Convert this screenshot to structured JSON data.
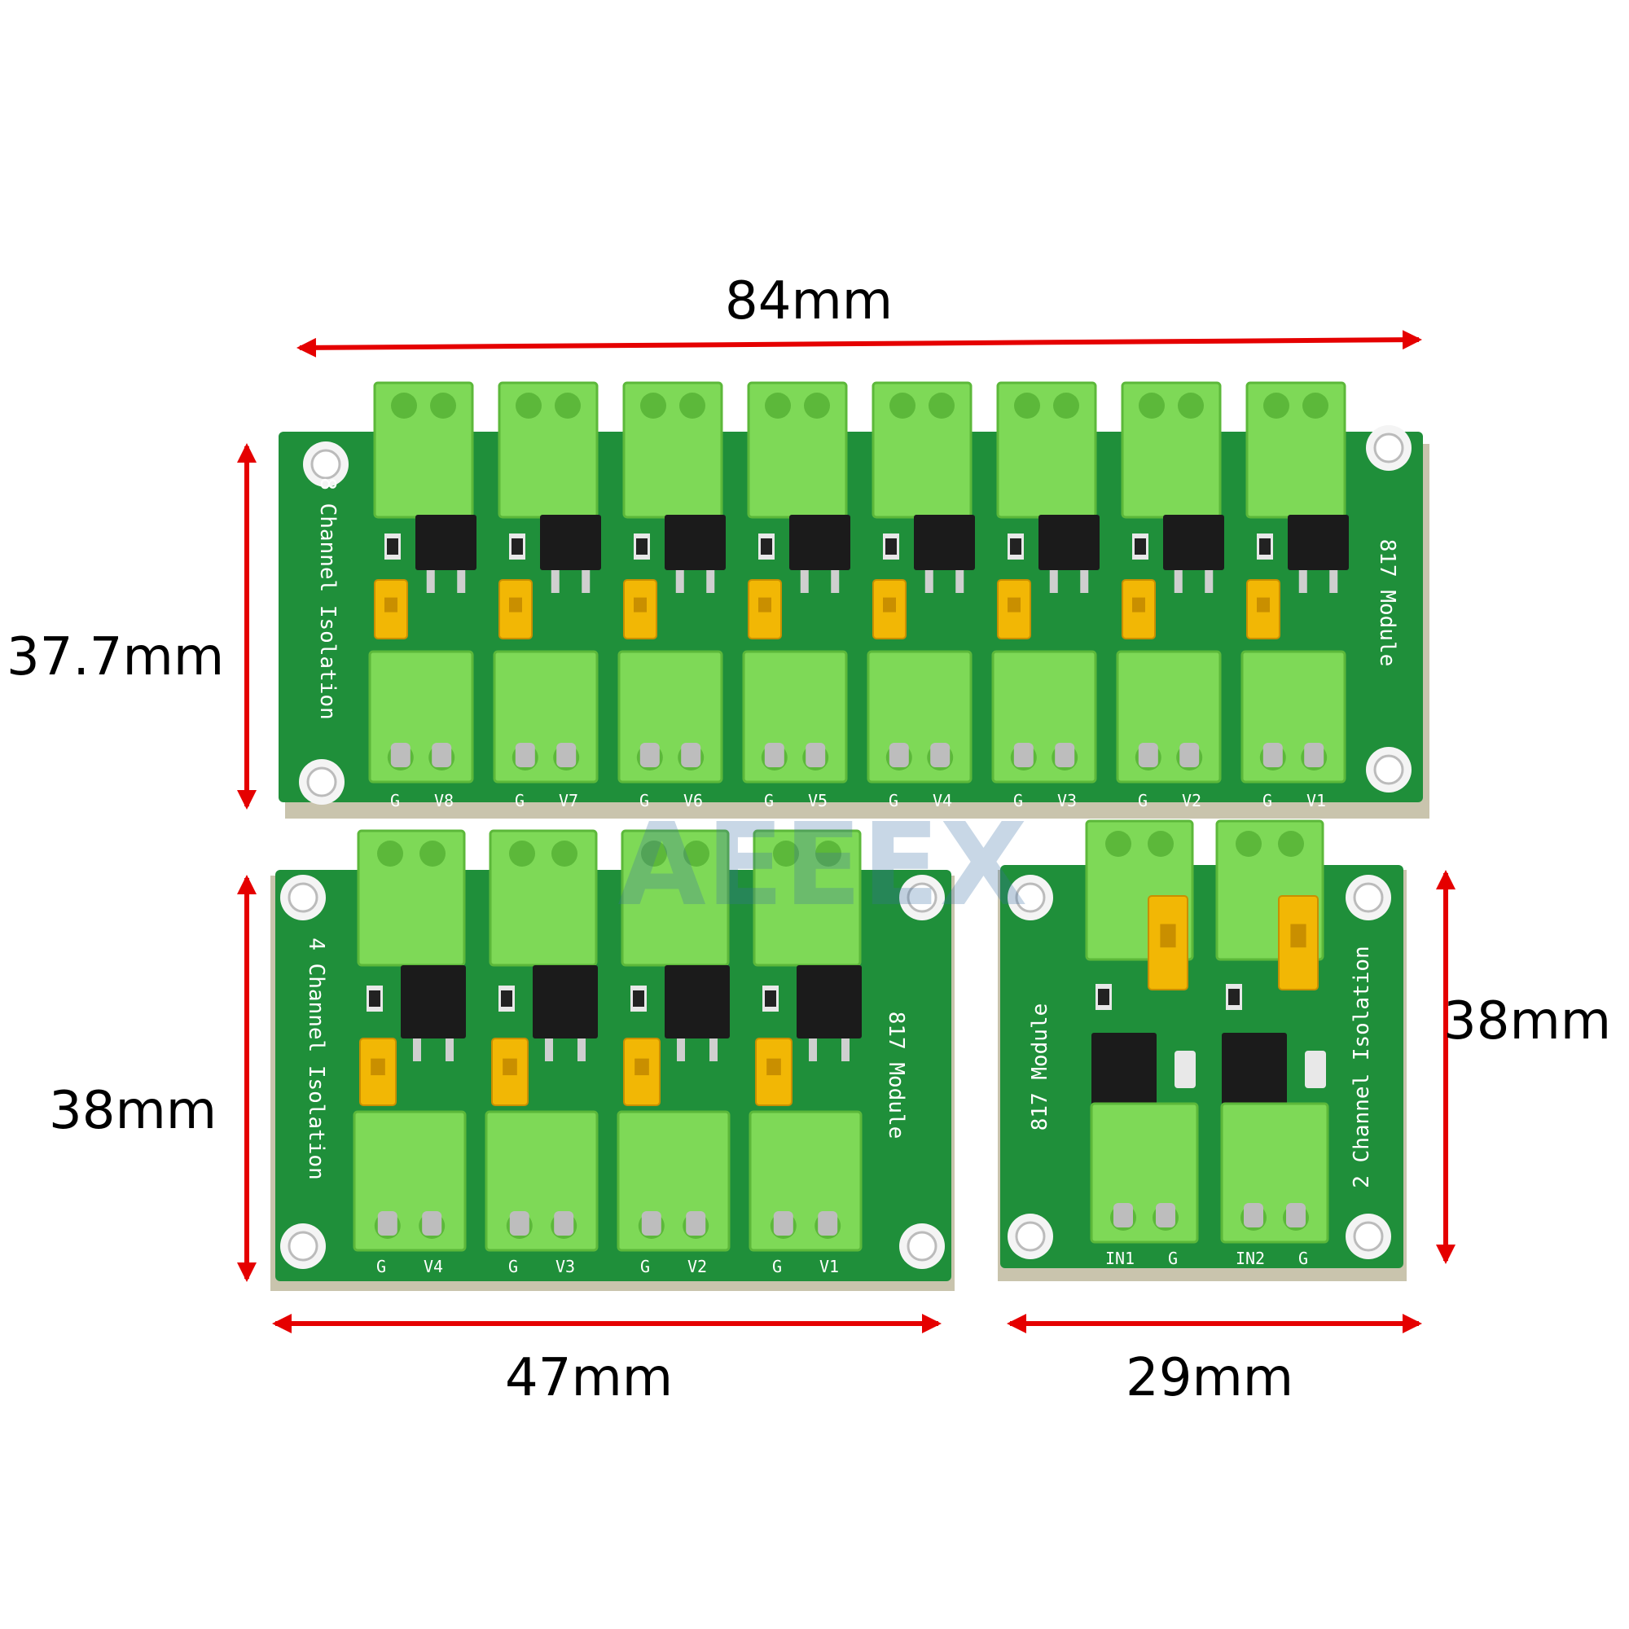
{
  "colors": {
    "pcb": "#1f8f3a",
    "pcb_edge": "#c9c4ad",
    "terminal": "#7ed957",
    "terminal_dark": "#5cb83a",
    "jumper": "#f2b705",
    "optocoupler": "#1b1b1b",
    "arrow": "#e50000",
    "silk": "#ffffff",
    "watermark": "#3b6ea5"
  },
  "dimensions": {
    "eight_width": "84mm",
    "eight_height": "37.7mm",
    "four_height": "38mm",
    "four_width": "47mm",
    "two_width": "29mm",
    "two_height": "38mm"
  },
  "boards": {
    "eight": {
      "title": "8 Channel Isolation",
      "module": "817 Module",
      "pin_g": "G",
      "channels": [
        "V8",
        "V7",
        "V6",
        "V5",
        "V4",
        "V3",
        "V2",
        "V1"
      ]
    },
    "four": {
      "title": "4 Channel Isolation",
      "module": "817 Module",
      "pin_g": "G",
      "channels": [
        "V4",
        "V3",
        "V2",
        "V1"
      ]
    },
    "two": {
      "title": "2 Channel Isolation",
      "module": "817 Module",
      "pin_g": "G",
      "inputs": [
        "IN1",
        "IN2"
      ]
    }
  },
  "watermark": "AEEEX"
}
